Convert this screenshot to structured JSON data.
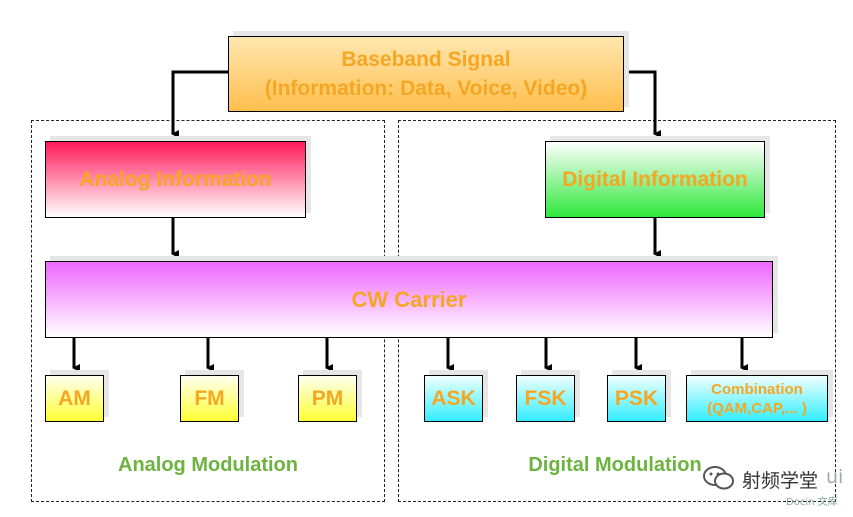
{
  "baseband": {
    "title": "Baseband Signal",
    "subtitle": "(Information: Data, Voice, Video)"
  },
  "analog_info": "Analog Information",
  "digital_info": "Digital Information",
  "carrier": "CW Carrier",
  "modulations": {
    "am": "AM",
    "fm": "FM",
    "pm": "PM",
    "ask": "ASK",
    "fsk": "FSK",
    "psk": "PSK",
    "combination_title": "Combination",
    "combination_sub": "(QAM,CAP,... )"
  },
  "groups": {
    "analog": "Analog Modulation",
    "digital": "Digital Modulation"
  },
  "watermark": {
    "brand": "射频学堂",
    "trailing": "ui",
    "source": "Docin 文库"
  },
  "colors": {
    "text": "#f5a623",
    "group_label": "#6cb33f",
    "baseband_fill": "#ffd27a",
    "analog_fill": "#ff1a5a",
    "digital_fill": "#2ee83a",
    "carrier_fill": "#ee66ff",
    "digital_mod_fill": "#33eeff",
    "analog_mod_fill": "#ffff33"
  }
}
